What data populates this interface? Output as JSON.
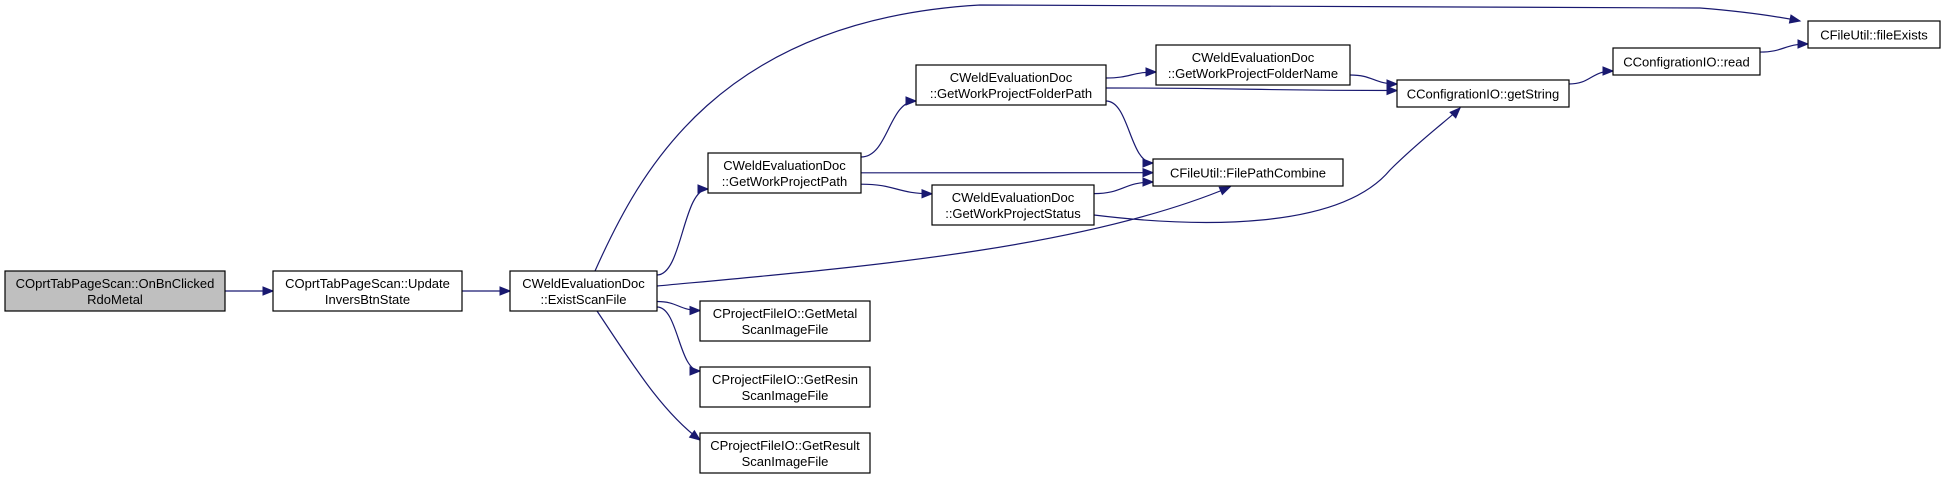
{
  "colors": {
    "node_fill": "#ffffff",
    "root_fill": "#bfbfbf",
    "node_border": "#000000",
    "edge": "#191970",
    "background": "#ffffff"
  },
  "nodes": [
    {
      "id": "on_bn_clicked",
      "line1": "COprtTabPageScan::OnBnClicked",
      "line2": "RdoMetal",
      "root": true
    },
    {
      "id": "update_invers",
      "line1": "COprtTabPageScan::Update",
      "line2": "InversBtnState"
    },
    {
      "id": "exist_scan_file",
      "line1": "CWeldEvaluationDoc",
      "line2": "::ExistScanFile"
    },
    {
      "id": "get_work_project_path",
      "line1": "CWeldEvaluationDoc",
      "line2": "::GetWorkProjectPath"
    },
    {
      "id": "get_work_project_folder_path",
      "line1": "CWeldEvaluationDoc",
      "line2": "::GetWorkProjectFolderPath"
    },
    {
      "id": "get_work_project_folder_name",
      "line1": "CWeldEvaluationDoc",
      "line2": "::GetWorkProjectFolderName"
    },
    {
      "id": "get_work_project_status",
      "line1": "CWeldEvaluationDoc",
      "line2": "::GetWorkProjectStatus"
    },
    {
      "id": "file_path_combine",
      "line1": "CFileUtil::FilePathCombine",
      "line2": ""
    },
    {
      "id": "get_string",
      "line1": "CConfigrationIO::getString",
      "line2": ""
    },
    {
      "id": "config_read",
      "line1": "CConfigrationIO::read",
      "line2": ""
    },
    {
      "id": "file_exists",
      "line1": "CFileUtil::fileExists",
      "line2": ""
    },
    {
      "id": "get_metal_scan",
      "line1": "CProjectFileIO::GetMetal",
      "line2": "ScanImageFile"
    },
    {
      "id": "get_resin_scan",
      "line1": "CProjectFileIO::GetResin",
      "line2": "ScanImageFile"
    },
    {
      "id": "get_result_scan",
      "line1": "CProjectFileIO::GetResult",
      "line2": "ScanImageFile"
    }
  ],
  "edges": [
    {
      "from": "on_bn_clicked",
      "to": "update_invers"
    },
    {
      "from": "update_invers",
      "to": "exist_scan_file"
    },
    {
      "from": "exist_scan_file",
      "to": "file_exists"
    },
    {
      "from": "exist_scan_file",
      "to": "get_work_project_path"
    },
    {
      "from": "exist_scan_file",
      "to": "file_path_combine"
    },
    {
      "from": "exist_scan_file",
      "to": "get_metal_scan"
    },
    {
      "from": "exist_scan_file",
      "to": "get_resin_scan"
    },
    {
      "from": "exist_scan_file",
      "to": "get_result_scan"
    },
    {
      "from": "get_work_project_path",
      "to": "get_work_project_folder_path"
    },
    {
      "from": "get_work_project_path",
      "to": "file_path_combine"
    },
    {
      "from": "get_work_project_path",
      "to": "get_work_project_status"
    },
    {
      "from": "get_work_project_folder_path",
      "to": "get_work_project_folder_name"
    },
    {
      "from": "get_work_project_folder_path",
      "to": "get_string"
    },
    {
      "from": "get_work_project_folder_path",
      "to": "file_path_combine"
    },
    {
      "from": "get_work_project_folder_name",
      "to": "get_string"
    },
    {
      "from": "get_work_project_status",
      "to": "file_path_combine"
    },
    {
      "from": "get_work_project_status",
      "to": "get_string"
    },
    {
      "from": "get_string",
      "to": "config_read"
    },
    {
      "from": "config_read",
      "to": "file_exists"
    }
  ]
}
